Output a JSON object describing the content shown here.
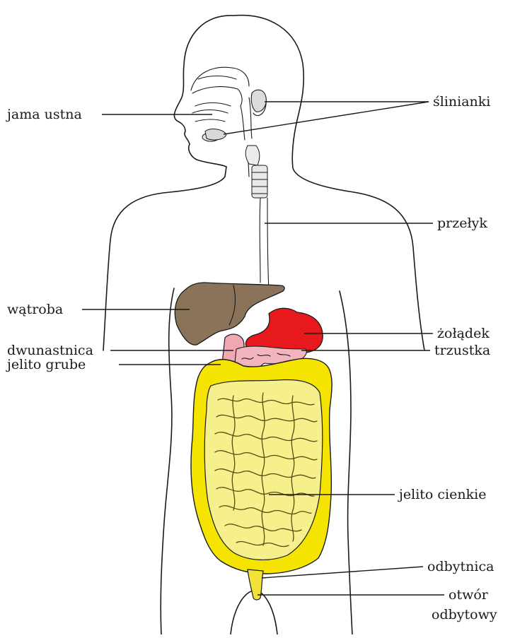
{
  "labels": {
    "jama_ustna": "jama ustna",
    "slinianki": "ślinianki",
    "przelyk": "przełyk",
    "watroba": "wątroba",
    "zoladek": "żołądek",
    "dwunastnica": "dwunastnica",
    "trzustka": "trzustka",
    "jelito_grube": "jelito grube",
    "jelito_cienkie": "jelito cienkie",
    "odbytnica": "odbytnica",
    "otwor_odbytowy_line1": "otwór",
    "otwor_odbytowy_line2": "odbytowy"
  },
  "colors": {
    "liver": "#8b735a",
    "stomach": "#e8191c",
    "duodenum": "#f0a8b2",
    "pancreas": "#f2b4bd",
    "large_intestine": "#f4e400",
    "small_intestine": "#f6f08c",
    "rectum": "#f2e23a",
    "outline": "#1a1a1a"
  }
}
